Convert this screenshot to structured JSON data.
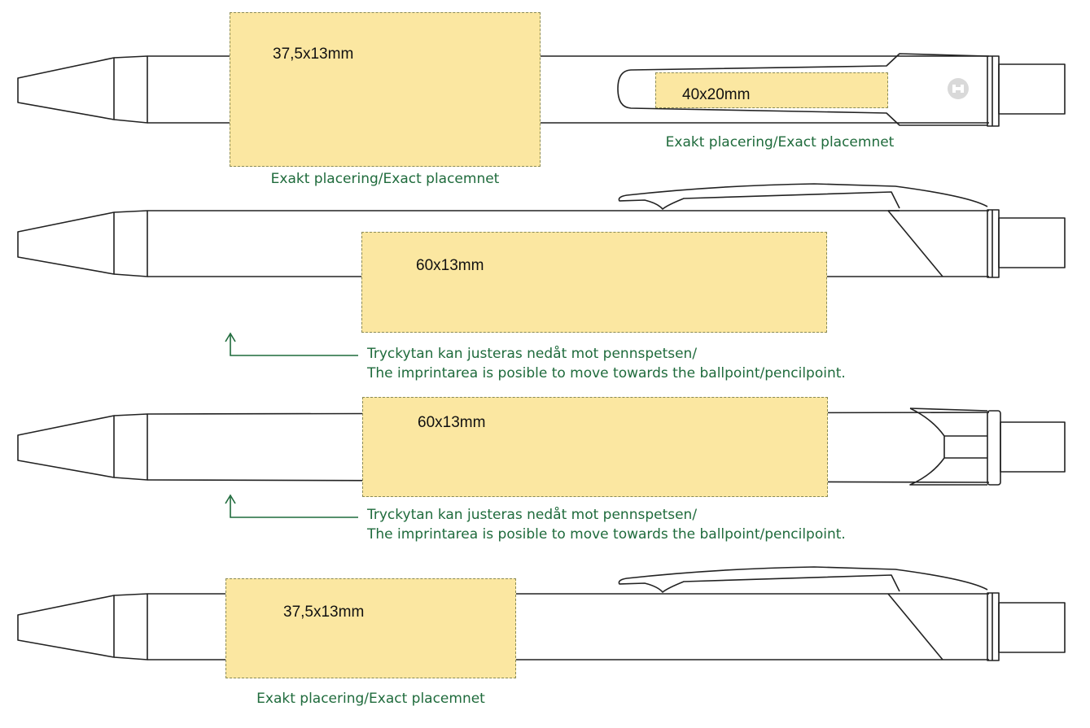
{
  "colors": {
    "outline": "#222222",
    "imprint_fill": "#fbe7a1",
    "note": "#1f6b3c",
    "logo": "#d9d9d9"
  },
  "pens": [
    {
      "style": "clip-front",
      "imprints": [
        {
          "label": "37,5x13mm"
        },
        {
          "label": "40x20mm"
        }
      ],
      "notes": [
        "Exakt placering/Exact placemnet",
        "Exakt placering/Exact placemnet"
      ],
      "logo_icon": "brand-logo-icon"
    },
    {
      "style": "clip-top",
      "imprints": [
        {
          "label": "60x13mm"
        }
      ],
      "adjust_note": {
        "line1": "Tryckytan kan justeras nedåt mot pennspetsen/",
        "line2": "The imprintarea is posible to move towards the ballpoint/pencilpoint."
      }
    },
    {
      "style": "clip-back",
      "imprints": [
        {
          "label": "60x13mm"
        }
      ],
      "adjust_note": {
        "line1": "Tryckytan kan justeras nedåt mot pennspetsen/",
        "line2": "The imprintarea is posible to move towards the ballpoint/pencilpoint."
      }
    },
    {
      "style": "clip-top",
      "imprints": [
        {
          "label": "37,5x13mm"
        }
      ],
      "notes": [
        "Exakt placering/Exact placemnet"
      ]
    }
  ]
}
